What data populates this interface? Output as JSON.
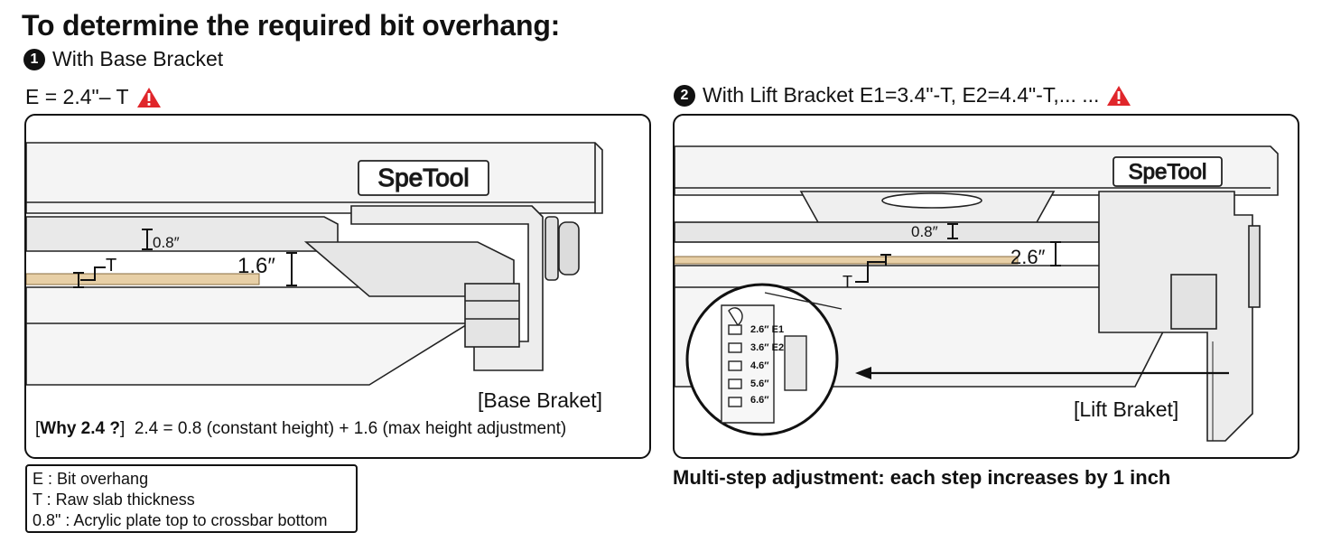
{
  "title": "To determine the required bit overhang:",
  "step1": {
    "number": "1",
    "label": "With Base Bracket",
    "formula": "E = 2.4\"– T"
  },
  "step2": {
    "number": "2",
    "label": "With Lift Bracket E1=3.4\"-T, E2=4.4\"-T,... ..."
  },
  "panel1": {
    "brand": "SpeTool",
    "dim_crossbar": "0.8″",
    "dim_max": "1.6″",
    "dim_t": "T",
    "bracket_label": "[Base Braket]",
    "why_bracket_open": "[",
    "why_label": "Why 2.4 ?",
    "why_bracket_close": "]",
    "why_text": "2.4 = 0.8 (constant height) + 1.6 (max height adjustment)"
  },
  "panel2": {
    "brand": "SpeTool",
    "dim_crossbar": "0.8″",
    "dim_max": "2.6″",
    "dim_t": "T",
    "bracket_label": "[Lift Braket]",
    "steps": [
      "2.6″ E1",
      "3.6″ E2",
      "4.6″",
      "5.6″",
      "6.6″"
    ]
  },
  "legend": [
    "E : Bit overhang",
    "T : Raw slab thickness",
    "0.8\" : Acrylic plate top to crossbar bottom"
  ],
  "footer_note": "Multi-step adjustment: each step increases by 1 inch",
  "colors": {
    "warning": "#e0262b",
    "wood": "#e7cfa6",
    "line": "#222222",
    "panel_fill": "#f3f3f3"
  },
  "icons": {
    "warning": "warning-triangle-icon",
    "step_number": "numbered-circle-icon"
  }
}
